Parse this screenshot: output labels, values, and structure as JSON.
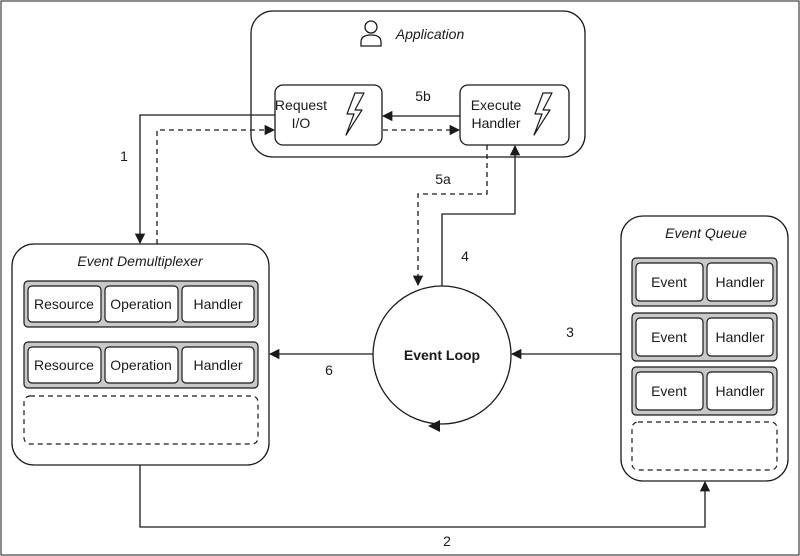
{
  "application": {
    "title": "Application",
    "icon": "user-icon"
  },
  "request_io": {
    "line1": "Request",
    "line2": "I/O",
    "icon": "lightning-icon"
  },
  "execute_handler": {
    "line1": "Execute",
    "line2": "Handler",
    "icon": "lightning-icon"
  },
  "demultiplexer": {
    "title": "Event Demultiplexer",
    "rows": [
      {
        "resource": "Resource",
        "operation": "Operation",
        "handler": "Handler"
      },
      {
        "resource": "Resource",
        "operation": "Operation",
        "handler": "Handler"
      }
    ]
  },
  "event_loop": {
    "label": "Event Loop"
  },
  "event_queue": {
    "title": "Event Queue",
    "rows": [
      {
        "event": "Event",
        "handler": "Handler"
      },
      {
        "event": "Event",
        "handler": "Handler"
      },
      {
        "event": "Event",
        "handler": "Handler"
      }
    ]
  },
  "steps": {
    "s1": "1",
    "s2": "2",
    "s3": "3",
    "s4": "4",
    "s5a": "5a",
    "s5b": "5b",
    "s6": "6"
  },
  "colors": {
    "stroke": "#1a1a1a",
    "row_fill": "#c8c8c8",
    "box_fill": "#ffffff"
  }
}
